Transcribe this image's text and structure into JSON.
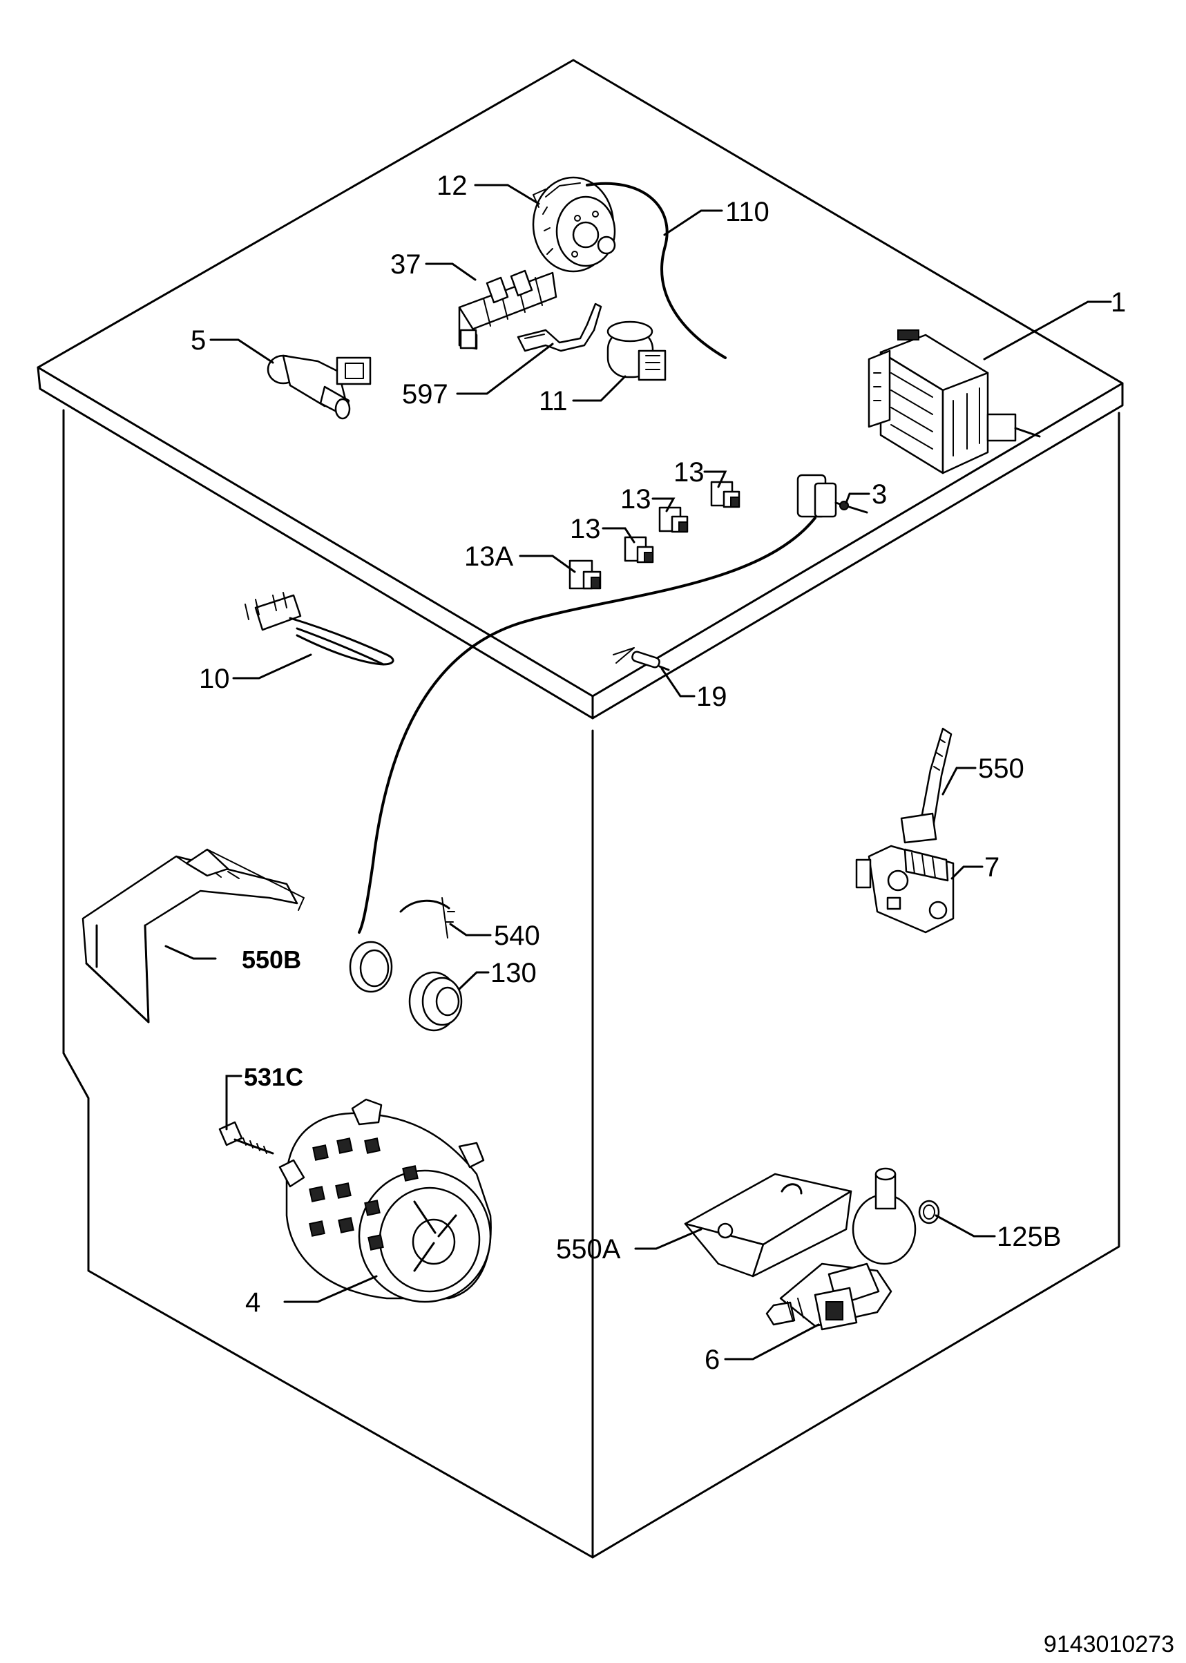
{
  "document_number": "9143010273",
  "parts": [
    {
      "id": "part-1",
      "label": "1"
    },
    {
      "id": "part-3",
      "label": "3"
    },
    {
      "id": "part-4",
      "label": "4"
    },
    {
      "id": "part-5",
      "label": "5"
    },
    {
      "id": "part-6",
      "label": "6"
    },
    {
      "id": "part-7",
      "label": "7"
    },
    {
      "id": "part-10",
      "label": "10"
    },
    {
      "id": "part-11",
      "label": "11"
    },
    {
      "id": "part-12",
      "label": "12"
    },
    {
      "id": "part-13-a",
      "label": "13"
    },
    {
      "id": "part-13-b",
      "label": "13"
    },
    {
      "id": "part-13-c",
      "label": "13"
    },
    {
      "id": "part-13A",
      "label": "13A"
    },
    {
      "id": "part-19",
      "label": "19"
    },
    {
      "id": "part-37",
      "label": "37"
    },
    {
      "id": "part-110",
      "label": "110"
    },
    {
      "id": "part-125B",
      "label": "125B"
    },
    {
      "id": "part-130",
      "label": "130"
    },
    {
      "id": "part-531C",
      "label": "531C"
    },
    {
      "id": "part-540",
      "label": "540"
    },
    {
      "id": "part-550",
      "label": "550"
    },
    {
      "id": "part-550A",
      "label": "550A"
    },
    {
      "id": "part-550B",
      "label": "550B"
    },
    {
      "id": "part-597",
      "label": "597"
    }
  ]
}
